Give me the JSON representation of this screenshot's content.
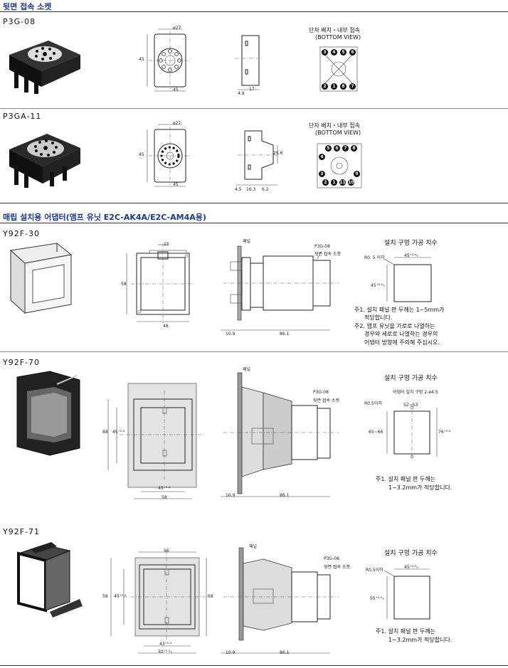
{
  "sections": {
    "rear_socket": "뒷면 접속 소켓",
    "panel_adapter": "매립 설치용 어댑터(앰프 유닛 E2C-AK4A/E2C-AM4A용)"
  },
  "p3g08": {
    "model": "P3G-08",
    "dims": {
      "top": "ø27",
      "left": "45",
      "bottom": "45",
      "side_a": "4.9",
      "side_b": "17"
    },
    "pin_title": "단자 배치・내부 접속",
    "pin_sub": "(BOTTOM VIEW)",
    "pins_top": [
      "3",
      "4",
      "5",
      "6"
    ],
    "pins_bottom": [
      "2",
      "1",
      "8",
      "7"
    ]
  },
  "p3ga11": {
    "model": "P3GA-11",
    "dims": {
      "top": "ø27",
      "left": "45",
      "bottom": "45",
      "side_h": "25.6",
      "side_a": "4.5",
      "side_b": "16.3",
      "side_c": "6.2"
    },
    "pin_title": "단자 배치・내부 접속",
    "pin_sub": "(BOTTOM VIEW)",
    "pins": [
      "1",
      "2",
      "3",
      "4",
      "5",
      "6",
      "7",
      "8",
      "9",
      "10",
      "11"
    ]
  },
  "y92f30": {
    "model": "Y92F-30",
    "dims": {
      "top": "15",
      "left": "58",
      "bottom": "48",
      "side_a": "10.9",
      "side_b": "86.1"
    },
    "panel": "패널",
    "socket": "P3G-08",
    "socket_sub": "뒷면 접속 소켓",
    "cut_title": "설치 구멍 가공 치수",
    "cut_r": "R0. 5 이하",
    "cut_w": "45⁺⁰·⁶₀",
    "cut_h": "45⁺⁰·⁶₀",
    "notes": [
      "주1. 설치 패널 판 두께는 1~5mm가",
      "적당합니다.",
      "주2. 앰프 유닛을 가로로 나열하는",
      "경우와 세로로 나열하는 경우의",
      "어댑터 방향에 주의해 주십시오."
    ]
  },
  "y92f70": {
    "model": "Y92F-70",
    "dims": {
      "left_outer": "88",
      "left_inner": "45⁺⁰·⁶",
      "bottom_inner": "45⁺⁰·⁶",
      "bottom": "58",
      "side_a": "10.9",
      "side_b": "86.1"
    },
    "panel": "패널",
    "socket": "P3G-08",
    "socket_sub": "뒷면 접속 소켓",
    "cut_title": "설치 구멍 가공 치수",
    "cut_hole": "어댑터 설치 구멍 2-ø4.5",
    "cut_r": "R0.5이하",
    "cut_w": "52~53",
    "cut_h1": "65~66",
    "cut_h2": "76⁺⁰·²",
    "notes": [
      "주1. 설치 패널 판 두께는",
      "1~3.2mm가 적당합니다."
    ]
  },
  "y92f71": {
    "model": "Y92F-71",
    "dims": {
      "top": "56",
      "left_outer": "58",
      "left_inner": "45⁺⁰·⁶",
      "right": "68",
      "bottom_inner": "43⁺⁰·²",
      "bottom": "50⁺⁰·⁵₀",
      "side_a": "10.9",
      "side_b": "86.1"
    },
    "panel": "패널",
    "socket": "P3G-08",
    "socket_sub": "뒷면 접속 소켓",
    "cut_title": "설치 구멍 가공 치수",
    "cut_r": "R0.5이하",
    "cut_w": "45⁺⁰·⁶₀",
    "cut_h": "55⁺⁰·⁶₀",
    "notes": [
      "주1. 설치 패널 판 두께는",
      "1~3.2mm가 적당합니다."
    ]
  }
}
